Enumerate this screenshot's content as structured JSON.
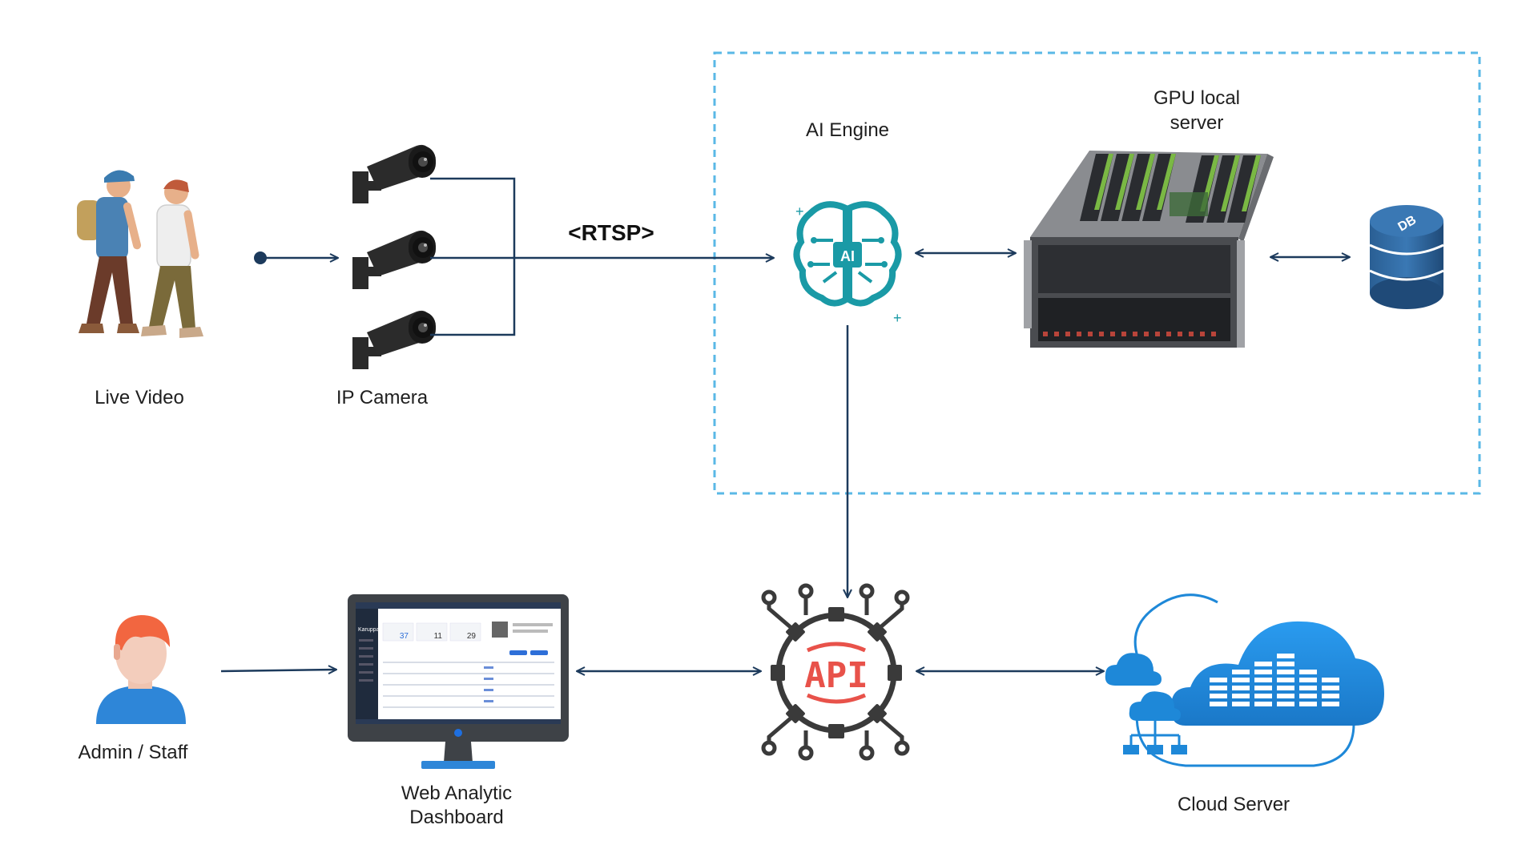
{
  "labels": {
    "live_video": "Live Video",
    "ip_camera": "IP Camera",
    "rtsp": "<RTSP>",
    "ai_engine": "AI Engine",
    "gpu_server_line1": "GPU local",
    "gpu_server_line2": "server",
    "admin_staff": "Admin / Staff",
    "dashboard_line1": "Web Analytic",
    "dashboard_line2": "Dashboard",
    "cloud_server": "Cloud Server"
  },
  "icon_text": {
    "ai_badge": "AI",
    "db_badge": "DB",
    "api": "API"
  },
  "dashboard_screen": {
    "brand": "Karuppa",
    "stat_1": "37",
    "stat_2": "11",
    "stat_3": "29"
  },
  "colors": {
    "connector": "#1c3a5c",
    "local_boundary": "#5ab8e6",
    "ai_teal": "#1a9aa6",
    "api_red": "#e8524a",
    "cloud_blue": "#1e88d8",
    "db_blue": "#2a5f94"
  }
}
